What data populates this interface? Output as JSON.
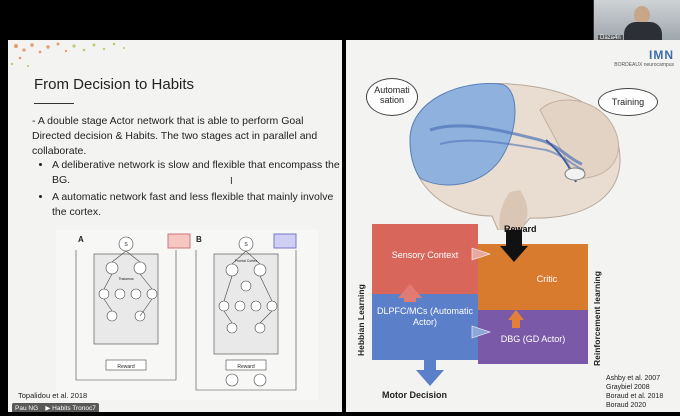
{
  "left_slide": {
    "title": "From Decision to Habits",
    "paragraph": "- A double stage Actor network that is able to perform Goal Directed decision & Habits. The two stages act in parallel and collaborate.",
    "bullets": [
      "A deliberative network is slow and flexible that encompass the BG.",
      "A automatic network fast and less flexible that mainly involve the cortex."
    ],
    "cursor_glyph": "I",
    "figure": {
      "panel_a": "A",
      "panel_b": "B",
      "node_s": "S",
      "node_reward": "Reward",
      "node_thalamus": "Thalamus",
      "node_frontal": "Frontal Cortex"
    },
    "citation": "Topalidou et al. 2018",
    "video_badge": "Pau  NG    ▶ Habits Tronoc7"
  },
  "right_slide": {
    "logo_text": "IMN",
    "logo_sub": "BORDEAUX neurocampus",
    "bubble_automatisation": "Automati sation",
    "bubble_training": "Training",
    "reward_label": "Reward",
    "boxes": {
      "sensory": "Sensory Context",
      "critic": "Critic",
      "dlpfc": "DLPFC/MCs (Automatic Actor)",
      "dbg": "DBG (GD Actor)"
    },
    "hebbian": "Hebbian Learning",
    "reinforcement": "Reinforcement learning",
    "motor_decision": "Motor Decision",
    "refs": [
      "Ashby et al. 2007",
      "Graybiel 2008",
      "Boraud et al. 2018",
      "Boraud 2020"
    ]
  },
  "camera": {
    "label": "Daza4n"
  }
}
